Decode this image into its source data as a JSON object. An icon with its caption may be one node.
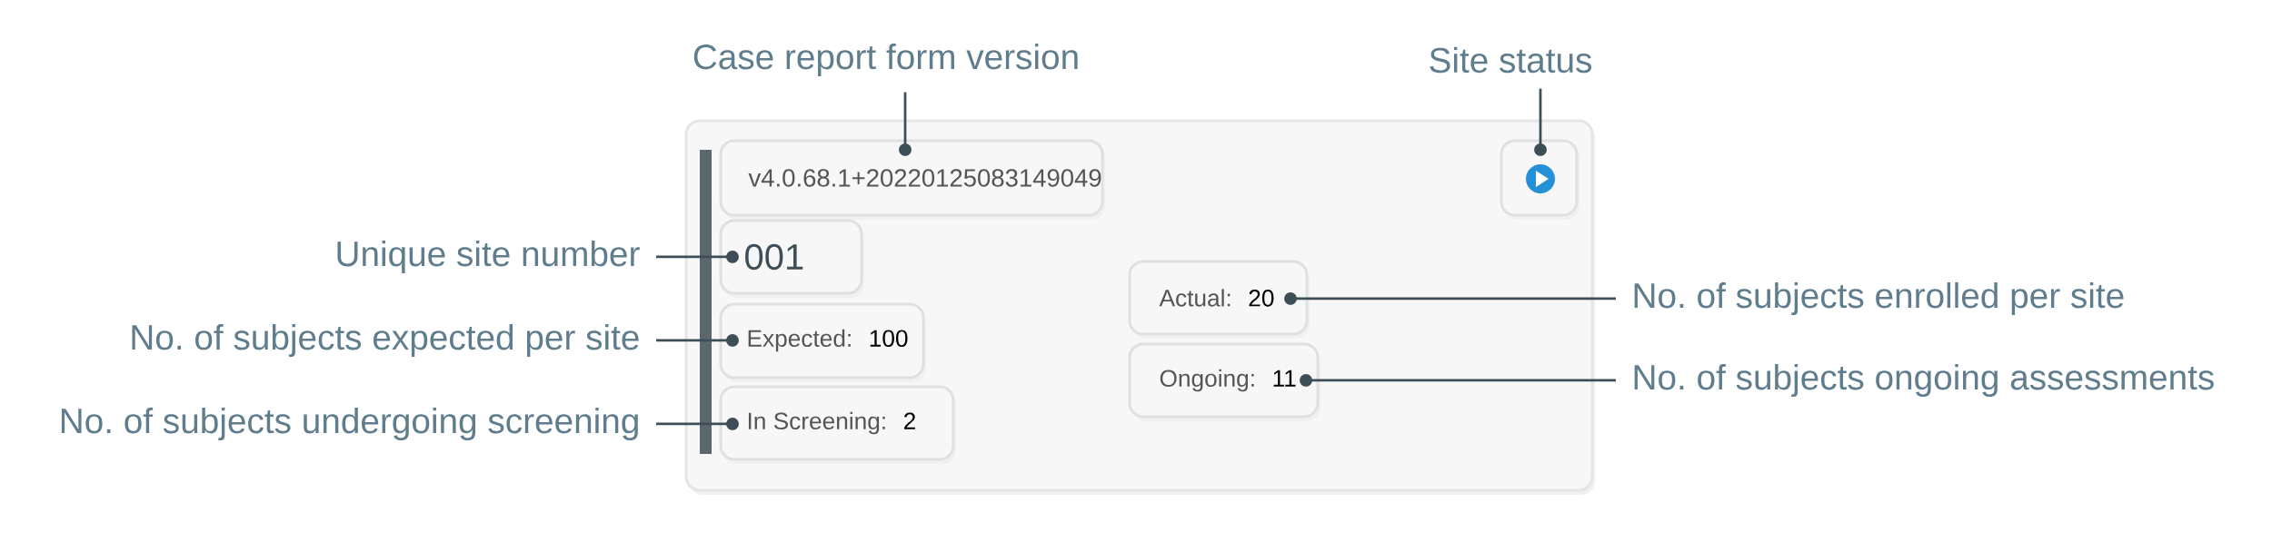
{
  "diagram": {
    "nodes": [
      {
        "text": [],
        "shape": "box"
      },
      {
        "text": [
          "v4.0.68.1+20220125083149049"
        ],
        "in": 0
      },
      {
        "text": [],
        "shape": "box",
        "in": 0
      },
      {
        "text": [
          "001"
        ],
        "in": 0
      },
      {
        "text": [
          "Expected:",
          "100"
        ],
        "in": 0
      },
      {
        "text": [
          "In Screening:",
          "2"
        ],
        "in": 0
      },
      {
        "text": [
          "Actual:",
          "20"
        ],
        "in": 0
      },
      {
        "text": [
          "Ongoing:",
          "11"
        ],
        "in": 0
      },
      {
        "text": [
          "Case report form version"
        ]
      },
      {
        "text": [
          "Site status"
        ]
      },
      {
        "text": [
          "Unique site number"
        ]
      },
      {
        "text": [
          "No. of subjects expected per site"
        ]
      },
      {
        "text": [
          "No. of subjects undergoing screening"
        ]
      },
      {
        "text": [
          "No. of subjects enrolled per site"
        ]
      },
      {
        "text": [
          "No. of subjects ongoing assessments"
        ]
      }
    ],
    "edges": [
      {
        "from": 8,
        "to": 1,
        "arrow": "other"
      },
      {
        "from": 9,
        "to": 2,
        "arrow": "other"
      },
      {
        "from": 10,
        "to": 3,
        "arrow": "other"
      },
      {
        "from": 11,
        "to": 4,
        "arrow": "other"
      },
      {
        "from": 12,
        "to": 5,
        "arrow": "other"
      },
      {
        "from": 13,
        "to": 6,
        "arrow": "other"
      },
      {
        "from": 14,
        "to": 7,
        "arrow": "other"
      }
    ]
  }
}
